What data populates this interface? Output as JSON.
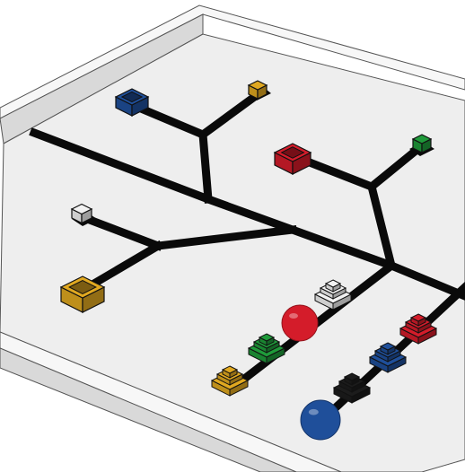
{
  "colors": {
    "board_surface": "#eeeeee",
    "board_rim_top": "#f7f7f7",
    "board_rim_side": "#d9d9d9",
    "track": "#0a0a0a",
    "red": "#d41c2a",
    "blue": "#1f4f9a",
    "yellow": "#e0a820",
    "green": "#1f9a3a",
    "white": "#f2f2f2",
    "black": "#1c1c1c"
  },
  "pieces": {
    "open_boxes": [
      "blue",
      "red",
      "yellow"
    ],
    "small_cubes": [
      "yellow",
      "green",
      "white"
    ],
    "stepped_blocks": [
      "white",
      "green",
      "yellow",
      "red",
      "blue",
      "black"
    ],
    "balls": [
      "red",
      "blue"
    ]
  }
}
